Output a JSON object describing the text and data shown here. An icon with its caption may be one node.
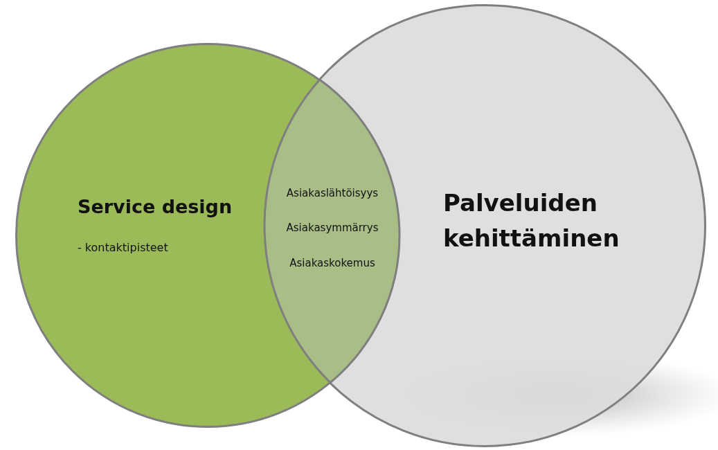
{
  "diagram": {
    "nodes": [
      {
        "text": [
          "Service design",
          "- kontaktipisteet"
        ]
      },
      {
        "text": [
          "Palveluiden kehittäminen"
        ]
      },
      {
        "text": [
          "Asiakaslähtöisyys",
          "Asiakasymmärrys",
          "Asiakaskokemus"
        ]
      }
    ]
  }
}
